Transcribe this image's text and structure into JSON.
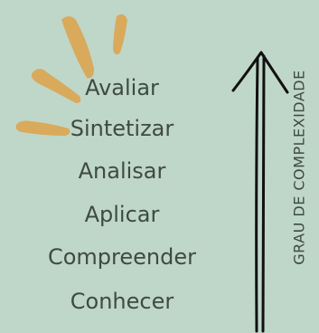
{
  "levels": [
    "Avaliar",
    "Sintetizar",
    "Analisar",
    "Aplicar",
    "Compreender",
    "Conhecer"
  ],
  "axis_label": "GRAU DE COMPLEXIDADE",
  "colors": {
    "background": "#bfd7c9",
    "text": "#3f4a43",
    "accent": "#d9aa5b",
    "arrow": "#111111"
  }
}
